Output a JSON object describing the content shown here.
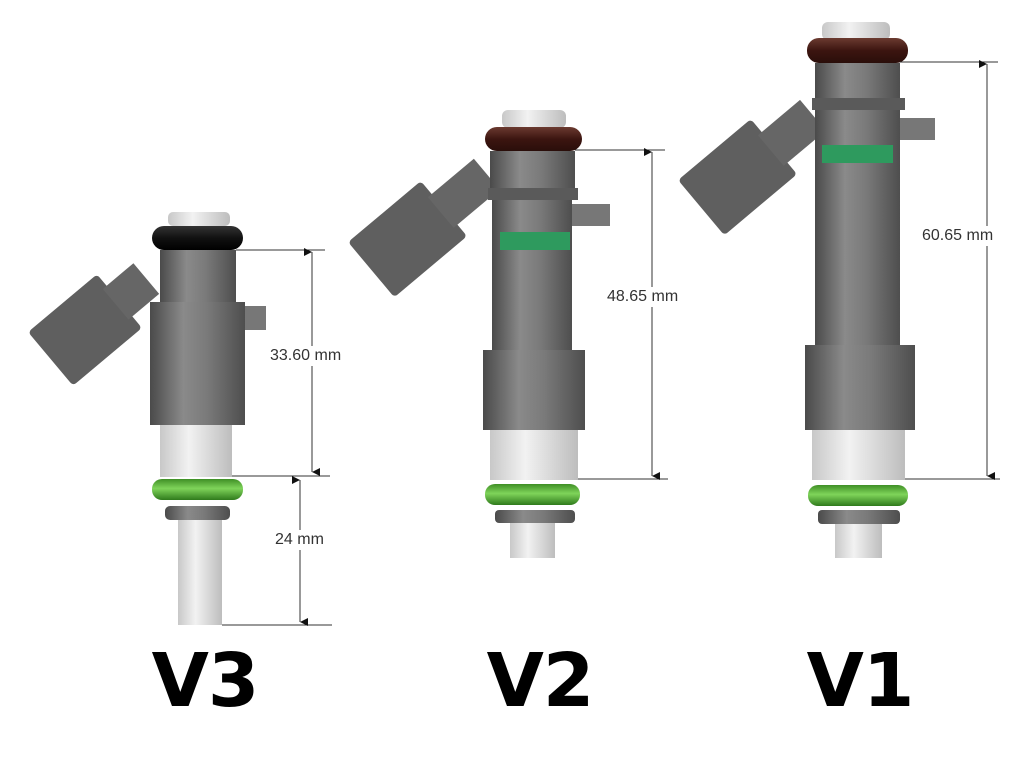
{
  "injectors": [
    {
      "label": "V3",
      "dimensions": [
        "33.60 mm",
        "24 mm"
      ],
      "top_oring_color": "#111111"
    },
    {
      "label": "V2",
      "dimensions": [
        "48.65 mm"
      ],
      "top_oring_color": "#4a1e18"
    },
    {
      "label": "V1",
      "dimensions": [
        "60.65 mm"
      ],
      "top_oring_color": "#4a1e18"
    }
  ],
  "colors": {
    "body": "#6e6e6e",
    "green_oring": "#5fb53a",
    "green_band": "#2e9a5e",
    "sleeve": "#e4e4e4"
  }
}
